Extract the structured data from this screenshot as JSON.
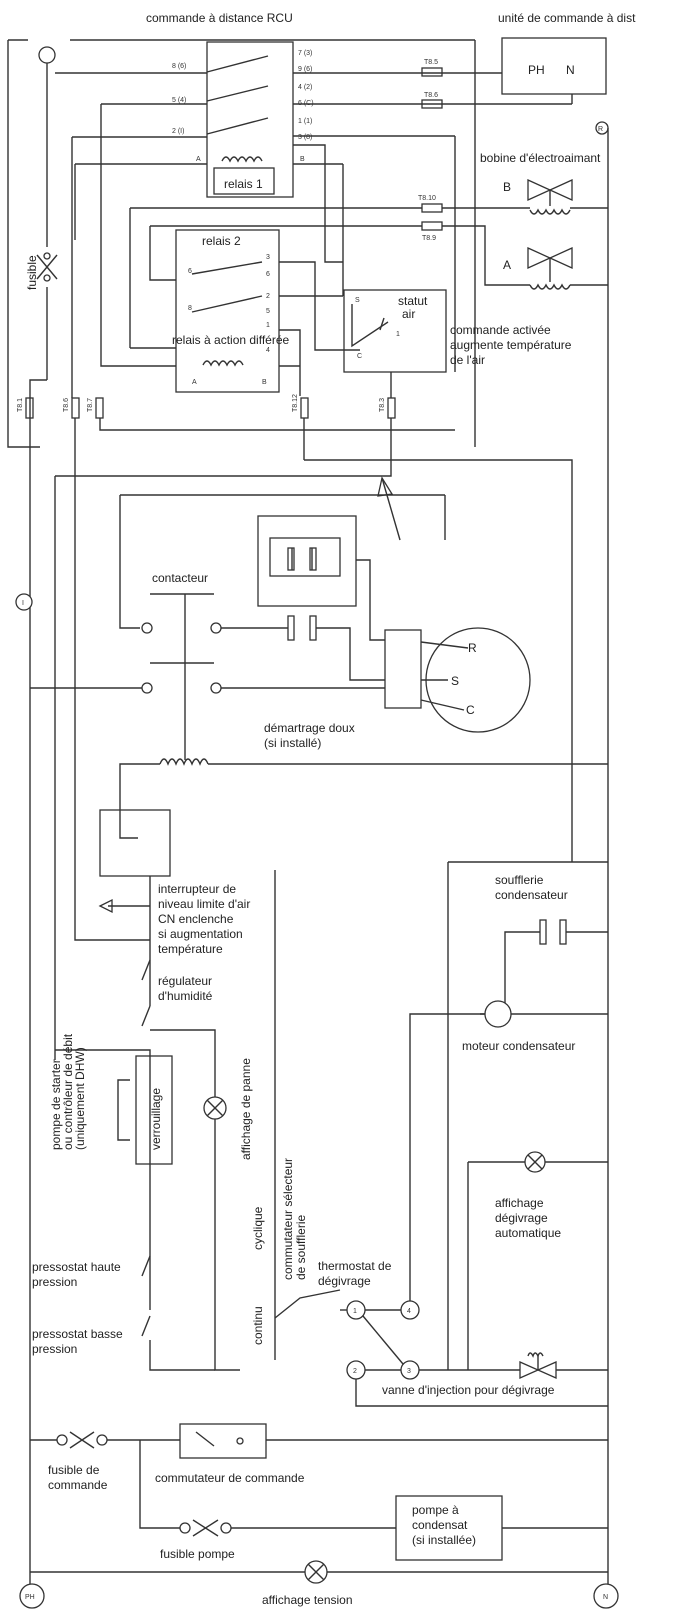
{
  "header": {
    "rcu_title": "commande à distance RCU",
    "remote_unit_title": "unité de commande à dist"
  },
  "remote_unit": {
    "ph": "PH",
    "n": "N"
  },
  "relay1": {
    "label": "relais 1",
    "coil_a": "A",
    "coil_b": "B",
    "left_pins": [
      "8 (6)",
      "5 (4)",
      "2 (I)"
    ],
    "right_pins": [
      "7 (3)",
      "9 (6)",
      "4 (2)",
      "6 (C)",
      "1 (1)",
      "3 (8)"
    ]
  },
  "terminals": {
    "t1": "T8.5",
    "t2": "T8.6",
    "t3": "T8.10",
    "t4": "T8.9",
    "v1": "T8.1",
    "v2": "T8.6",
    "v3": "T8.7",
    "v4": "T8.12",
    "v5": "T8.3"
  },
  "relay2": {
    "label": "relais 2",
    "delay_label": "relais à action différée",
    "coil_a": "A",
    "coil_b": "B",
    "left_pins": [
      "6",
      "8"
    ],
    "right_pins": [
      "3",
      "6",
      "2",
      "5",
      "1",
      "4"
    ]
  },
  "air_status": {
    "label_line1": "statut",
    "label_line2": "air",
    "pin_s": "S",
    "pin_c": "C",
    "pin_1": "1",
    "note_line1": "commande activée",
    "note_line2": "augmente température",
    "note_line3": "de l'air"
  },
  "solenoid": {
    "title": "bobine d'électroaimant",
    "valve_b": "B",
    "valve_a": "A"
  },
  "fuse": {
    "label": "fusible"
  },
  "contactor": {
    "label": "contacteur"
  },
  "motor": {
    "r": "R",
    "s": "S",
    "c": "C"
  },
  "soft_start": {
    "line1": "démartrage doux",
    "line2": "(si installé)"
  },
  "left_marker": "I",
  "top_marker": "R",
  "air_limit_switch": {
    "line1": "interrupteur de",
    "line2": "niveau limite d'air",
    "line3": "CN enclenche",
    "line4": "si augmentation",
    "line5": "température"
  },
  "humidity": {
    "line1": "régulateur",
    "line2": "d'humidité"
  },
  "pump_starter": {
    "line1": "pompe de starter",
    "line2": "ou contrôleur de débit",
    "line3": "(uniquement DHW)"
  },
  "lock": "verrouillage",
  "fault_display": "affichage de panne",
  "fan_selector": {
    "line1": "commutateur sélecteur",
    "line2": "de soufflerie"
  },
  "cyclic": "cyclique",
  "continuous": "continu",
  "high_pressure": {
    "line1": "pressostat haute",
    "line2": "pression"
  },
  "low_pressure": {
    "line1": "pressostat basse",
    "line2": "pression"
  },
  "condenser_fan": {
    "line1": "soufflerie",
    "line2": "condensateur"
  },
  "condenser_motor": "moteur condensateur",
  "defrost_display": {
    "line1": "affichage",
    "line2": "dégivrage",
    "line3": "automatique"
  },
  "defrost_thermostat": {
    "line1": "thermostat de",
    "line2": "dégivrage"
  },
  "thermostat_pins": [
    "1",
    "4",
    "2",
    "3"
  ],
  "defrost_valve": "vanne d'injection pour dégivrage",
  "control_fuse": {
    "line1": "fusible de",
    "line2": "commande"
  },
  "control_switch": "commutateur de commande",
  "pump_fuse": "fusible pompe",
  "condensate_pump": {
    "line1": "pompe à",
    "line2": "condensat",
    "line3": "(si installée)"
  },
  "voltage_display": "affichage tension",
  "ph_terminal": "PH",
  "n_terminal": "N"
}
